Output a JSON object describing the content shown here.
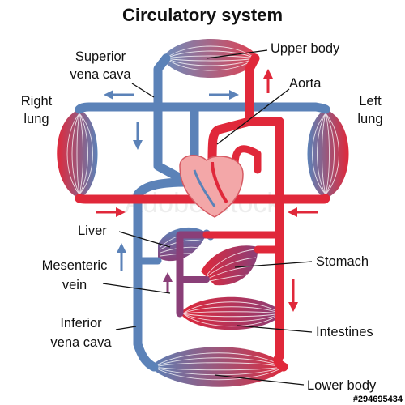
{
  "title": "Circulatory system",
  "labels": {
    "upper_body": "Upper body",
    "superior_vena_cava_1": "Superior",
    "superior_vena_cava_2": "vena cava",
    "aorta": "Aorta",
    "right_lung_1": "Right",
    "right_lung_2": "lung",
    "left_lung_1": "Left",
    "left_lung_2": "lung",
    "liver": "Liver",
    "stomach": "Stomach",
    "mesenteric_vein_1": "Mesenteric",
    "mesenteric_vein_2": "vein",
    "inferior_vena_cava_1": "Inferior",
    "inferior_vena_cava_2": "vena cava",
    "intestines": "Intestines",
    "lower_body": "Lower body"
  },
  "watermark": "Adobe Stock",
  "stock_id": "#294695434",
  "colors": {
    "venous_blue": "#5b82b8",
    "arterial_red": "#e0283a",
    "mixed_purple": "#8a3f78",
    "heart_pink": "#f3a7a8"
  }
}
